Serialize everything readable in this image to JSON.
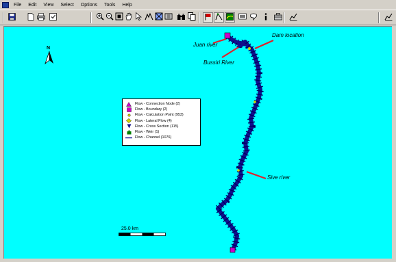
{
  "menu": {
    "items": [
      "File",
      "Edit",
      "View",
      "Select",
      "Options",
      "Tools",
      "Help"
    ]
  },
  "toolbar": {
    "groups": [
      [
        "save-icon",
        "new-document-icon",
        "print-icon",
        "properties-icon"
      ],
      [
        "zoom-in-icon",
        "zoom-out-icon",
        "zoom-extent-icon",
        "pan-hand-icon",
        "select-arrow-icon",
        "refresh-icon",
        "select-box-icon",
        "measure-icon",
        "binoculars-icon",
        "copy-icon"
      ],
      [
        "flag-icon",
        "edit-node-icon",
        "map-icon",
        "view-icon",
        "label-icon",
        "info-icon",
        "toolbox-icon"
      ],
      [
        "graph-icon"
      ]
    ],
    "end_icon": "graph-icon"
  },
  "map": {
    "annotations": {
      "dam_location": "Dam location",
      "juan_river": "Juan river",
      "bussiri_river": "Bussiri River",
      "sive_river": "Sive river"
    },
    "north_label": "N",
    "scale_label": "25.0 km",
    "colors": {
      "background": "#00ffff",
      "channel": "#10108c",
      "arrow": "#e0202a",
      "boundary": "#cc00cc",
      "lateral": "#d4d400"
    }
  },
  "legend": {
    "items": [
      {
        "label": "Flow - Connection Node (2)",
        "symbol": "connection-node-icon"
      },
      {
        "label": "Flow - Boundary (2)",
        "symbol": "boundary-icon"
      },
      {
        "label": "Flow - Calculation Point (953)",
        "symbol": "calculation-point-icon"
      },
      {
        "label": "Flow - Lateral Flow (4)",
        "symbol": "lateral-flow-icon"
      },
      {
        "label": "Flow - Cross Section (115)",
        "symbol": "cross-section-icon"
      },
      {
        "label": "Flow - Weir (1)",
        "symbol": "weir-icon"
      },
      {
        "label": "Flow - Channel (1076)",
        "symbol": "channel-line-icon"
      }
    ]
  }
}
